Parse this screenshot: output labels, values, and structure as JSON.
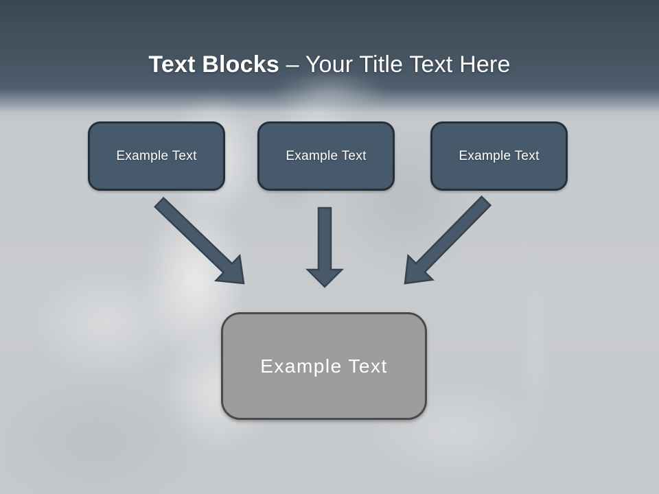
{
  "slide": {
    "title": {
      "bold": "Text Blocks",
      "rest": " – Your Title Text Here"
    },
    "top_blocks": [
      {
        "label": "Example Text"
      },
      {
        "label": "Example Text"
      },
      {
        "label": "Example Text"
      }
    ],
    "result_block": {
      "label": "Example Text"
    },
    "icons": {
      "left": "arrow-down-right-icon",
      "middle": "arrow-down-icon",
      "right": "arrow-down-left-icon"
    },
    "colors": {
      "header_top": "#3a4653",
      "header_bottom": "#4e5e6e",
      "canvas_background": "#c7cacd",
      "block_fill": "#475a6b",
      "block_border": "#233039",
      "arrow_fill": "#48596a",
      "arrow_outline": "#36424e",
      "result_fill": "#9c9c9b",
      "result_border": "#4a4a4a",
      "title_text": "#ffffff",
      "block_text": "#ffffff"
    }
  }
}
